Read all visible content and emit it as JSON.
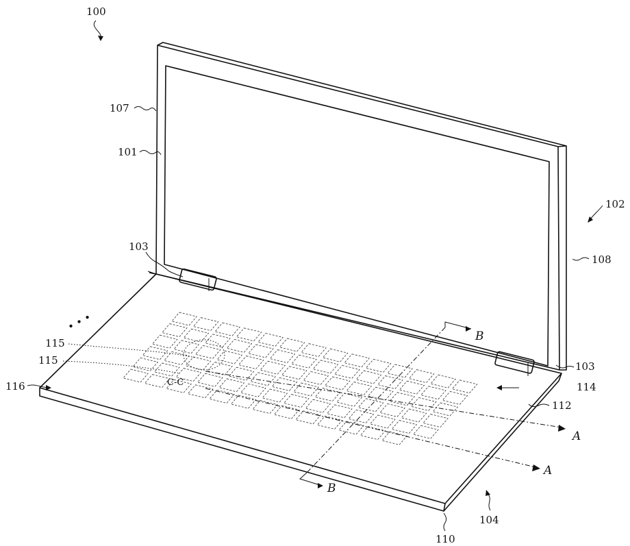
{
  "labels": {
    "device": "100",
    "display_housing": "102",
    "hinge_left": "103",
    "hinge_right": "103",
    "base_housing": "104",
    "display_frame": "107",
    "display": "101",
    "display_side": "108",
    "base_front": "110",
    "base_top": "112",
    "keyboard_region": "114",
    "key_a": "115",
    "key_b": "115",
    "base_left": "116",
    "section_a_upper": "A",
    "section_a_lower": "A",
    "section_b_top": "B",
    "section_b_bottom": "B",
    "ellipsis": "• • •",
    "detail_c": "C-C"
  }
}
